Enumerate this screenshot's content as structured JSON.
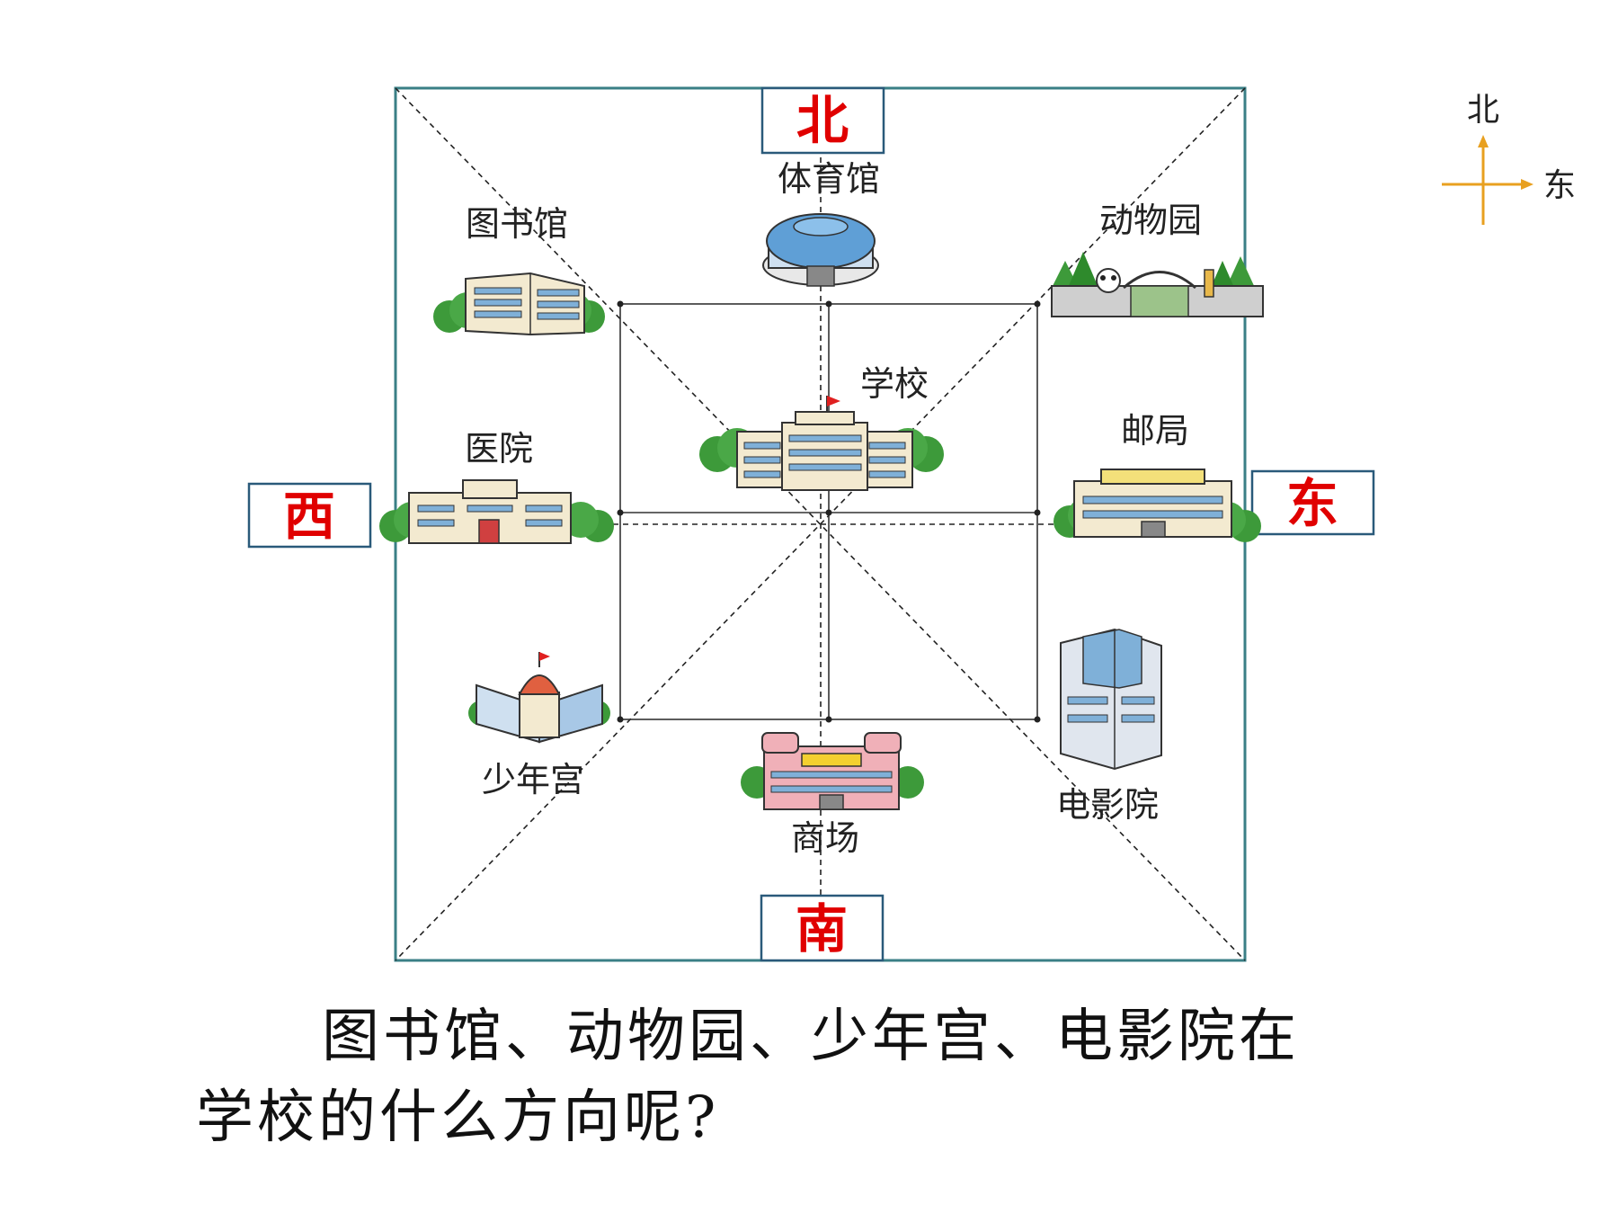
{
  "directions": {
    "north": "北",
    "south": "南",
    "west": "西",
    "east": "东",
    "color": "#e00000"
  },
  "compass": {
    "north": "北",
    "east": "东",
    "arrow_color": "#e8a020"
  },
  "places": {
    "stadium": "体育馆",
    "library": "图书馆",
    "zoo": "动物园",
    "school": "学校",
    "hospital": "医院",
    "post_office": "邮局",
    "youth_palace": "少年宫",
    "mall": "商场",
    "cinema": "电影院"
  },
  "question": {
    "line1": "图书馆、动物园、少年宫、电影院在",
    "line2": "学校的什么方向呢?"
  },
  "colors": {
    "frame": "#3a7f86",
    "box_border": "#2a5a7a",
    "grid": "#333333",
    "tree": "#3d9a3a",
    "building_wall": "#f3ead0",
    "window": "#7fb0d8"
  }
}
